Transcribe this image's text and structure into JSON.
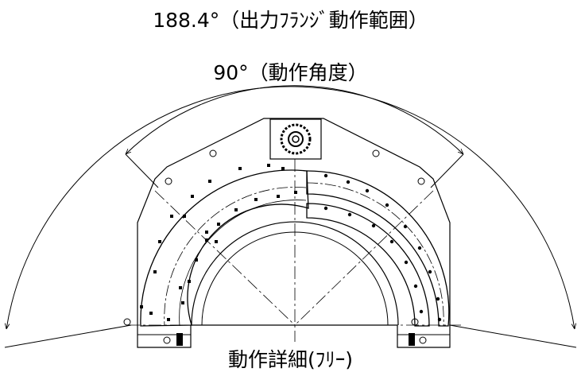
{
  "labels": {
    "outer_range": "188.4°（出力ﾌﾗﾝｼﾞ動作範囲）",
    "inner_range": "90°（動作角度）",
    "caption": "動作詳細(ﾌﾘｰ)"
  }
}
